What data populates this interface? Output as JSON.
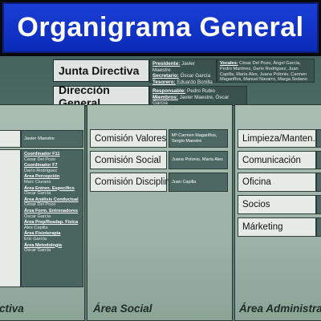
{
  "title": "Organigrama General",
  "board": {
    "junta": {
      "label": "Junta Directiva",
      "presidente_k": "Presidente:",
      "presidente_v": "Javier Maestre",
      "secretario_k": "Secretario:",
      "secretario_v": "Óscar García",
      "tesorero_k": "Tesorero:",
      "tesorero_v": "Eduardo Bonilla",
      "vocales_k": "Vocales:",
      "vocales_v": "César Del Pozo, Ángel García, Pedro Martínez, Darío Rodríguez, Juan Capilla, María Ales, Juana Polonio, Carmen Magariños, Manuel Navarro, Marga Sedano"
    },
    "direccion": {
      "label": "Dirección General",
      "responsable_k": "Responsable:",
      "responsable_v": "Pedro Rubio",
      "miembros_k": "Miembros:",
      "miembros_v": "Javier Maestre, Óscar García"
    }
  },
  "left_column": {
    "title": "ctiva",
    "side_text": "Javier Maestre",
    "list": [
      {
        "h": "Coordinador F11",
        "n": "César Del Pozo"
      },
      {
        "h": "Coordinador F7",
        "n": "Darío Rodríguez"
      },
      {
        "h": "Área Percepción",
        "n": "Marc Ciurans"
      },
      {
        "h": "Área Entren. Específico",
        "n": "Óscar García"
      },
      {
        "h": "Área Análisis Conductual",
        "n": "César Del Pozo"
      },
      {
        "h": "Área Form. Entrenadores",
        "n": "Óscar García"
      },
      {
        "h": "Área Prep/Readap. Física",
        "n": "Alex Capilla"
      },
      {
        "h": "Área Fisioterapia",
        "n": "Eric García"
      },
      {
        "h": "Área Metodología",
        "n": "Óscar García"
      }
    ]
  },
  "social_column": {
    "title": "Área Social",
    "items": [
      {
        "label": "Comisión Valores",
        "side": "Mª Carmen Magariños, Sergio Maestre"
      },
      {
        "label": "Comisión Social",
        "side": "Juana Polonio, María Ales"
      },
      {
        "label": "Comisión Disciplina",
        "side": "Juan Capilla"
      }
    ]
  },
  "admin_column": {
    "title": "Área Administrativa",
    "items": [
      {
        "label": "Limpieza/Manten."
      },
      {
        "label": "Comunicación"
      },
      {
        "label": "Oficina"
      },
      {
        "label": "Socios"
      },
      {
        "label": "Márketing"
      }
    ]
  },
  "colors": {
    "title_bg": "#0b2ab8",
    "panel_bg": "#a9bdb1",
    "box_bg": "#e6ebe8",
    "side_bg": "#4d6863"
  }
}
